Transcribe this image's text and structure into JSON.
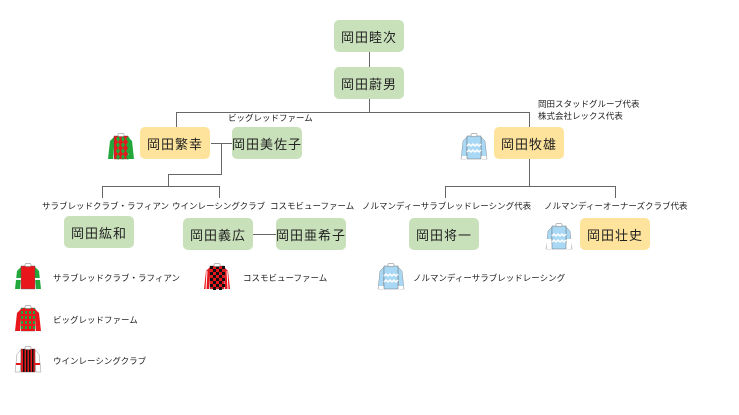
{
  "people": {
    "mutsuji": "岡田睦次",
    "shigeo": "岡田蔚男",
    "shigeyuki": "岡田繁幸",
    "misako": "岡田美佐子",
    "makio": "岡田牧雄",
    "hirokazu": "岡田紘和",
    "yoshihiro": "岡田義広",
    "akiko": "岡田亜希子",
    "shoichi": "岡田将一",
    "takeshi": "岡田壮史"
  },
  "roles": {
    "misako": "ビッグレッドファーム",
    "makio_1": "岡田スタッドグループ代表",
    "makio_2": "株式会社レックス代表",
    "hirokazu": "サラブレッドクラブ・ラフィアン",
    "yoshihiro": "ウインレーシングクラブ",
    "akiko": "コスモビューファーム",
    "shoichi": "ノルマンディーサラブレッドレーシング代表",
    "takeshi": "ノルマンディーオーナーズクラブ代表"
  },
  "legend": [
    {
      "label": "サラブレッドクラブ・ラフィアン",
      "silk": "lafayette"
    },
    {
      "label": "ビッグレッドファーム",
      "silk": "bigred"
    },
    {
      "label": "ウインレーシングクラブ",
      "silk": "win"
    },
    {
      "label": "コスモビューファーム",
      "silk": "cosmo"
    },
    {
      "label": "ノルマンディーサラブレッドレーシング",
      "silk": "normandy"
    }
  ],
  "colors": {
    "green_box": "#c9e1bb",
    "yellow_box": "#fde39b",
    "red": "#e8161b",
    "green": "#22a83a",
    "black": "#111111",
    "light_blue": "#a9d8f5",
    "white": "#ffffff"
  }
}
